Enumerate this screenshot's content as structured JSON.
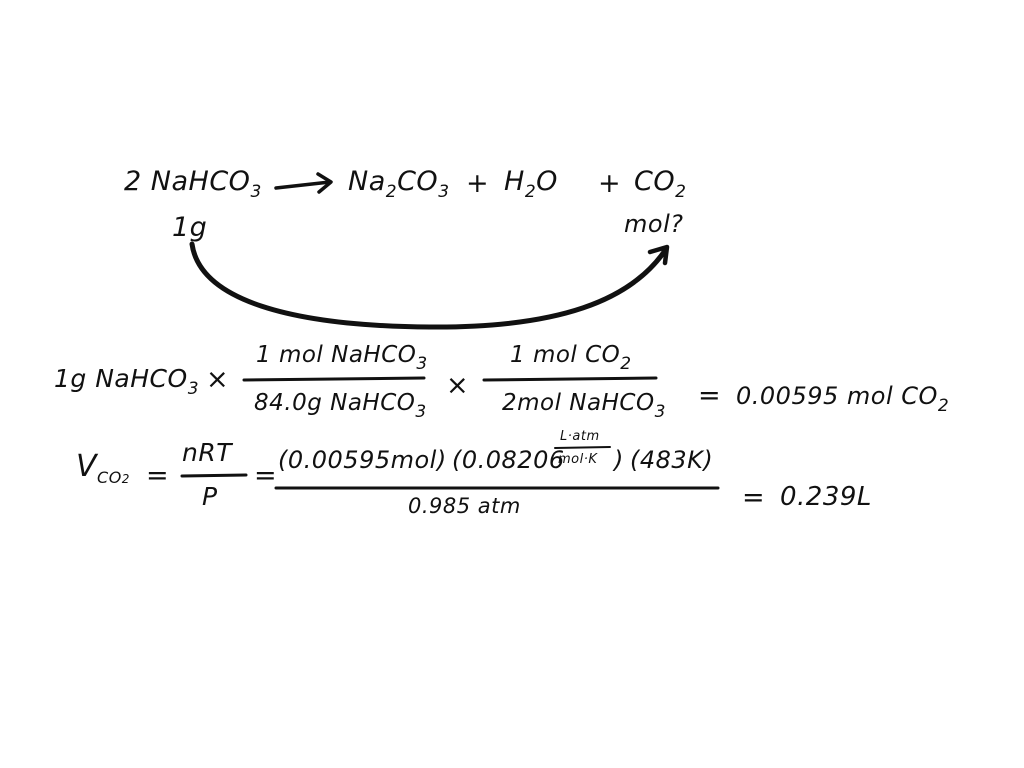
{
  "reaction": {
    "reactant_coef": "2",
    "reactant_main": "NaHCO",
    "reactant_sub": "3",
    "product1_main_a": "Na",
    "product1_sub_a": "2",
    "product1_main_b": "CO",
    "product1_sub_b": "3",
    "plus1": "+",
    "product2": "H",
    "product2_sub": "2",
    "product2_end": "O",
    "plus2": "+",
    "product3_main": "CO",
    "product3_sub": "2",
    "given_below_reactant": "1g",
    "asked_below_product": "mol?"
  },
  "conversion": {
    "start": "1g NaHCO",
    "start_sub": "3",
    "times1": "×",
    "frac1_num": "1 mol NaHCO",
    "frac1_num_sub": "3",
    "frac1_den": "84.0g NaHCO",
    "frac1_den_sub": "3",
    "times2": "×",
    "frac2_num": "1 mol CO",
    "frac2_num_sub": "2",
    "frac2_den": "2mol NaHCO",
    "frac2_den_sub": "3",
    "equals": "=",
    "result": "0.00595 mol CO",
    "result_sub": "2"
  },
  "gas_law": {
    "lhs": "V",
    "lhs_sub": "CO",
    "lhs_sub2": "2",
    "eq1": "=",
    "nrt": "nRT",
    "p": "P",
    "eq2": "=",
    "term1": "(0.00595mol)",
    "term2_open": "(0.08206",
    "r_unit_num": "L·atm",
    "r_unit_den": "mol·K",
    "term2_close": ")",
    "term3": "(483K)",
    "denominator": "0.985 atm",
    "eq3": "=",
    "result": "0.239L"
  }
}
